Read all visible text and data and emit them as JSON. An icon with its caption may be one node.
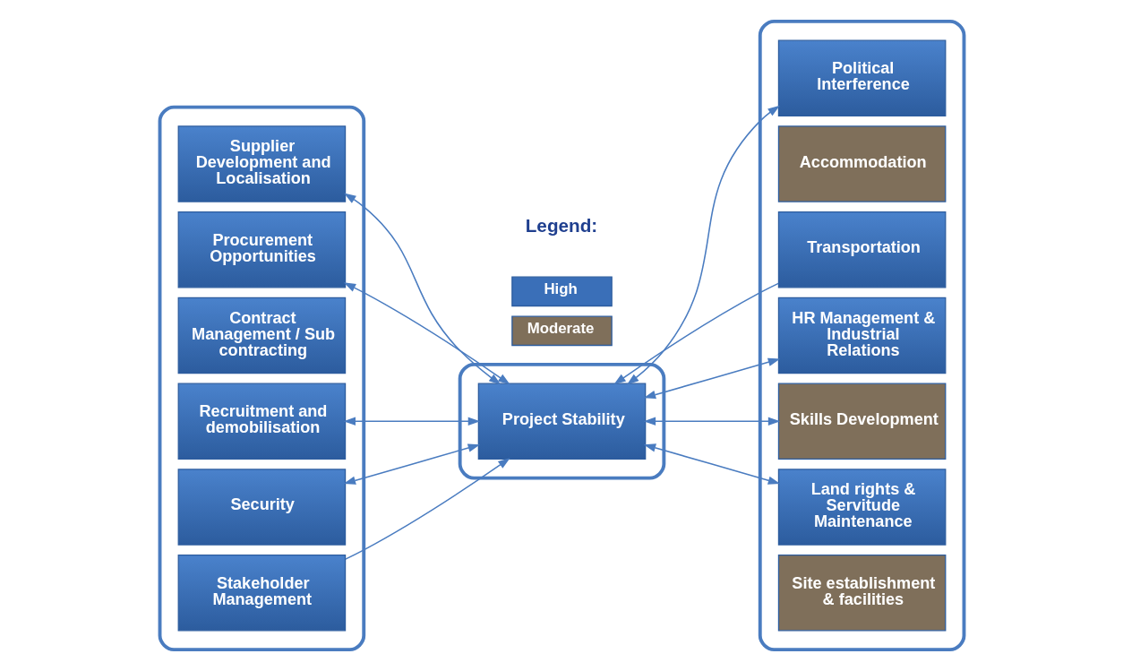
{
  "diagram": {
    "nodes": [
      {
        "text": [],
        "shape": "box"
      },
      {
        "text": [
          "Supplier Development and Localisation"
        ],
        "in": 0
      },
      {
        "text": [
          "Procurement Opportunities"
        ],
        "in": 0
      },
      {
        "text": [
          "Contract Management / Sub contracting"
        ],
        "in": 0
      },
      {
        "text": [
          "Recruitment and demobilisation"
        ],
        "in": 0
      },
      {
        "text": [
          "Security"
        ],
        "in": 0
      },
      {
        "text": [
          "Stakeholder Management"
        ],
        "in": 0
      },
      {
        "text": [],
        "shape": "box"
      },
      {
        "text": [
          "Project Stability"
        ],
        "in": 7
      },
      {
        "text": [],
        "shape": "box"
      },
      {
        "text": [
          "Political Interference"
        ],
        "in": 9
      },
      {
        "text": [
          "Accommodation"
        ],
        "in": 9
      },
      {
        "text": [
          "Transportation"
        ],
        "in": 9
      },
      {
        "text": [
          "HR Management & Industrial Relations"
        ],
        "in": 9
      },
      {
        "text": [
          "Skills Development"
        ],
        "in": 9
      },
      {
        "text": [
          "Land rights & Servitude Maintenance"
        ],
        "in": 9
      },
      {
        "text": [
          "Site establishment & facilities"
        ],
        "in": 9
      }
    ],
    "edges": [
      {
        "from": 1,
        "to": 8,
        "arrow": "both"
      },
      {
        "from": 2,
        "to": 8,
        "arrow": "both"
      },
      {
        "from": 4,
        "to": 8,
        "arrow": "both"
      },
      {
        "from": 5,
        "to": 8,
        "arrow": "both"
      },
      {
        "from": 6,
        "to": 8,
        "arrow": "to"
      },
      {
        "from": 8,
        "to": 10,
        "arrow": "both"
      },
      {
        "from": 12,
        "to": 8,
        "arrow": "to"
      },
      {
        "from": 8,
        "to": 13,
        "arrow": "both"
      },
      {
        "from": 8,
        "to": 14,
        "arrow": "both"
      },
      {
        "from": 8,
        "to": 15,
        "arrow": "both"
      }
    ],
    "labels": [
      "Legend:"
    ],
    "legend": [
      {
        "text": "High",
        "color": "#3a6fb8"
      },
      {
        "text": "Moderate",
        "color": "#7f6f5a"
      }
    ]
  }
}
